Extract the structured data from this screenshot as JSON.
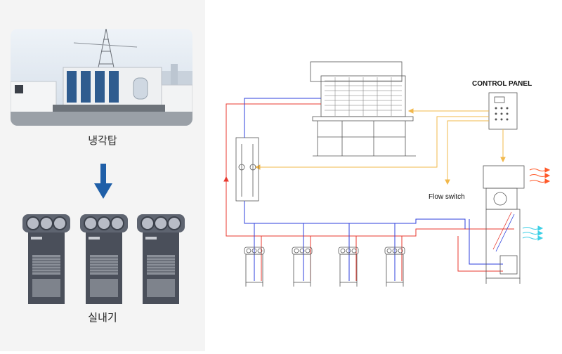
{
  "left_panel": {
    "cooling_tower_label": "냉각탑",
    "indoor_unit_label": "실내기",
    "arrow_color": "#1f5fa8"
  },
  "diagram": {
    "control_panel_label": "CONTROL PANEL",
    "flow_switch_label": "Flow switch",
    "colors": {
      "supply": "#e8392f",
      "return": "#2c3fdc",
      "signal": "#f2b84b",
      "hot_air": "#ff5a2a",
      "cold_air": "#3fd0e6"
    }
  }
}
